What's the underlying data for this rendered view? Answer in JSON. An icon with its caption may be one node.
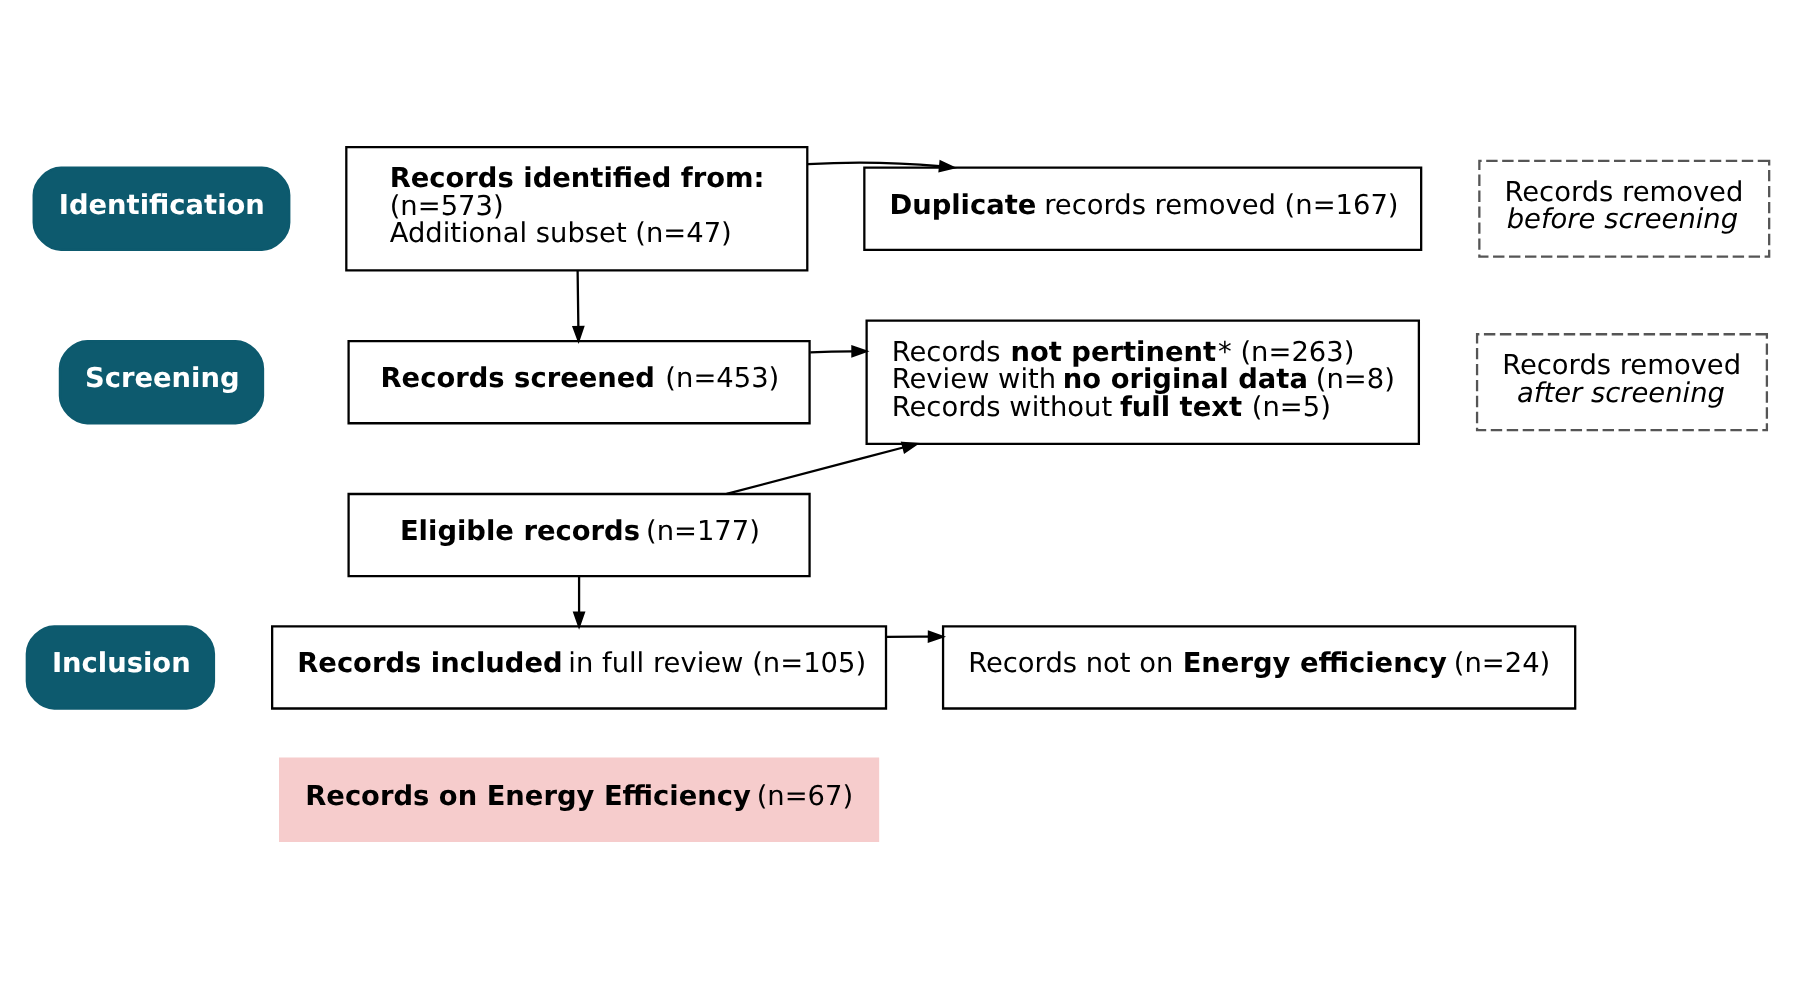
{
  "diagram": {
    "nodes": [
      {
        "text": [
          "Identification"
        ]
      },
      {
        "text": [
          "Screening"
        ]
      },
      {
        "text": [
          "Inclusion"
        ]
      },
      {
        "text": [
          "Records identified from:",
          "(n=573)",
          "Additional subset (n=47)"
        ]
      },
      {
        "text": [
          "**Duplicate** records removed (n=167)"
        ]
      },
      {
        "text": [
          "Records removed",
          "before screening"
        ]
      },
      {
        "text": [
          "**Records screened** (n=453)"
        ]
      },
      {
        "text": [
          "**Eligible records** (n=177)"
        ]
      },
      {
        "text": [
          "Records **not pertinent*** (n=263)",
          "Review with **no original data** (n=8)",
          "Records without **full text** (n=5)"
        ]
      },
      {
        "text": [
          "Records removed",
          "after screening"
        ]
      },
      {
        "text": [
          "**Records included** in full review (n=105)"
        ]
      },
      {
        "text": [
          "Records not on **Energy efficiency** (n=24)"
        ]
      },
      {
        "text": [
          "**Records on Energy Efficiency** (n=67)"
        ]
      }
    ],
    "edges": [
      {
        "from": 3,
        "to": 4,
        "arrow": "to"
      },
      {
        "from": 3,
        "to": 6,
        "arrow": "to"
      },
      {
        "from": 6,
        "to": 8,
        "arrow": "to"
      },
      {
        "from": 7,
        "to": 8,
        "arrow": "to"
      },
      {
        "from": 7,
        "to": 10,
        "arrow": "to"
      },
      {
        "from": 10,
        "to": 11,
        "arrow": "to"
      }
    ]
  }
}
